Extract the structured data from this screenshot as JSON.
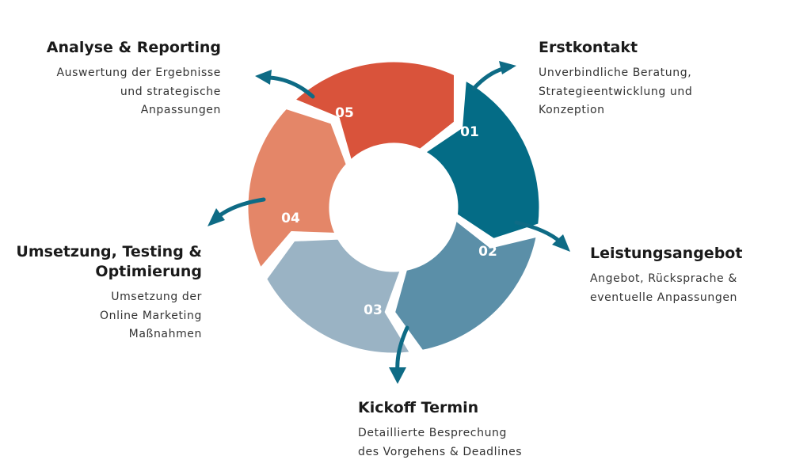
{
  "colors": {
    "step_01": "#046c86",
    "step_02": "#5b8fa8",
    "step_03": "#9ab3c4",
    "step_04": "#e48668",
    "step_05": "#d9533b",
    "arrow": "#0e6b85"
  },
  "steps": [
    {
      "number": "01",
      "title": "Erstkontakt",
      "description": "Unverbindliche Beratung,\nStrategieentwicklung und\nKonzeption"
    },
    {
      "number": "02",
      "title": "Leistungsangebot",
      "description": "Angebot, Rücksprache &\neventuelle Anpassungen"
    },
    {
      "number": "03",
      "title": "Kickoff Termin",
      "description": "Detaillierte Besprechung\ndes Vorgehens & Deadlines"
    },
    {
      "number": "04",
      "title": "Umsetzung, Testing &\nOptimierung",
      "description": "Umsetzung der\nOnline Marketing\nMaßnahmen"
    },
    {
      "number": "05",
      "title": "Analyse & Reporting",
      "description": "Auswertung der Ergebnisse\nund  strategische\nAnpassungen"
    }
  ]
}
